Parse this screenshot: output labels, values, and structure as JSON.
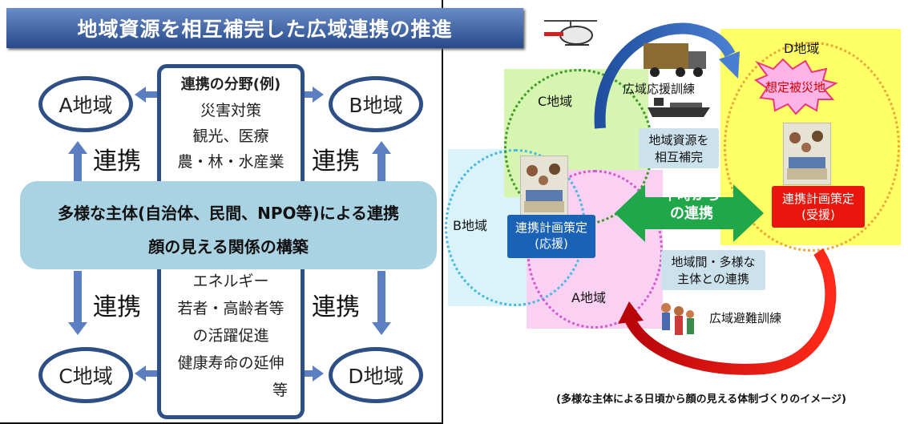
{
  "left": {
    "title": "地域資源を相互補完した広域連携の推進",
    "regions": {
      "a": "A地域",
      "b": "B地域",
      "c": "C地域",
      "d": "D地域"
    },
    "renkei": "連携",
    "fields_heading": "連携の分野(例)",
    "fields_top": [
      "災害対策",
      "観光、医療",
      "農・林・水産業"
    ],
    "fields_bottom": [
      "エネルギー",
      "若者・高齢者等",
      "の活躍促進",
      "健康寿命の延伸",
      "等"
    ],
    "banner_line1": "多様な主体(自治体、民間、NPO等)による連携",
    "banner_line2": "顔の見える関係の構築"
  },
  "right": {
    "region_a": "A地域",
    "region_b": "B地域",
    "region_c": "C地域",
    "region_d": "D地域",
    "wide_support_training": "広域応援訓練",
    "assumed_disaster": "想定被災地",
    "resources_line1": "地域資源を",
    "resources_line2": "相互補完",
    "peacetime_line1": "平時から",
    "peacetime_line2": "の連携",
    "plan_support_line1": "連携計画策定",
    "plan_support_line2": "(応援)",
    "plan_receive_line1": "連携計画策定",
    "plan_receive_line2": "(受援)",
    "inter_region_line1": "地域間・多様な",
    "inter_region_line2": "主体との連携",
    "evacuation_training": "広域避難訓練",
    "caption": "(多様な主体による日頃から顔の見える体制づくりのイメージ)"
  },
  "colors": {
    "navy": "#2e4f86",
    "arrow_blue": "#5b7fc0",
    "green": "#1fa74a",
    "red": "#e8160c",
    "yellow": "#ffff66",
    "pink": "#fbd1f3",
    "light_green": "#d6f5b0",
    "light_blue": "#d9f3f9"
  }
}
